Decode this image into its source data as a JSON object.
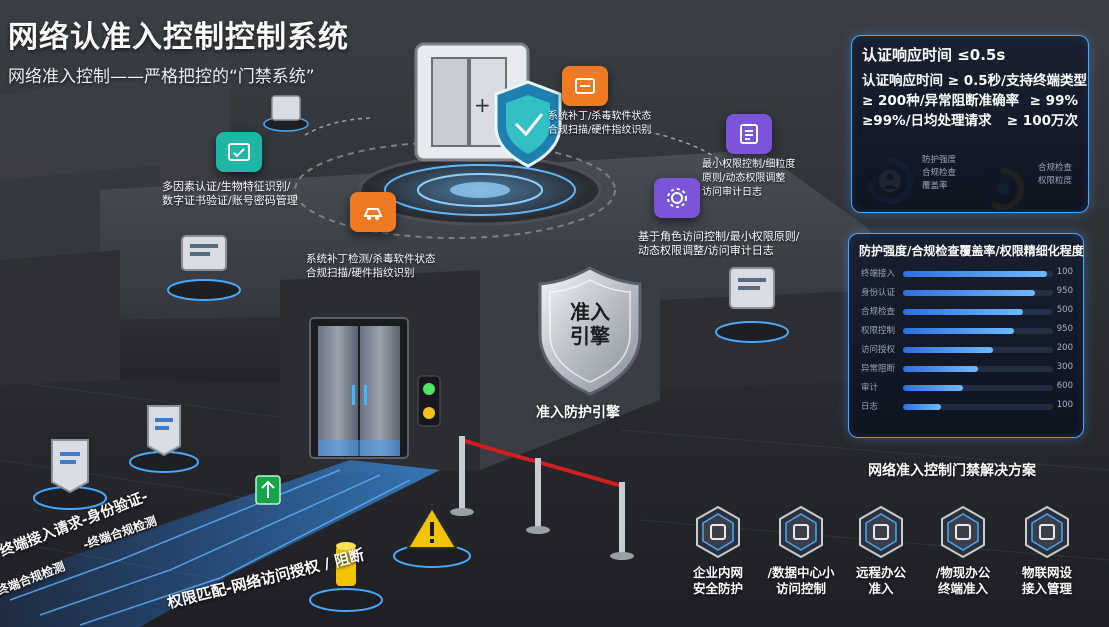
{
  "header": {
    "title": "网络认准入控制控制系统",
    "subtitle": "网络准入控制——严格把控的“门禁系统”"
  },
  "modules": [
    {
      "key": "teal",
      "label": "多因素认证/生物特征识别/\n数字证书验证/账号密码管理",
      "color": "#1fb5a6"
    },
    {
      "key": "orange-top",
      "label": "系统补丁/杀毒软件状态\n合规扫描/硬件指纹识别",
      "color": "#f07a22"
    },
    {
      "key": "purple-top",
      "label": "最小权限控制/细粒度\n原则/动态权限调整\n访问审计日志",
      "color": "#7a55d9"
    },
    {
      "key": "orange-bottom",
      "label": "系统补丁检测/杀毒软件状态\n合规扫描/硬件指纹识别",
      "color": "#f07a22"
    },
    {
      "key": "purple-bottom",
      "label": "基于角色访问控制/最小权限原则/\n动态权限调整/访问审计日志",
      "color": "#7a55d9"
    }
  ],
  "stats": {
    "headline": "认证响应时间 ≤0.5s",
    "rows": [
      {
        "left": "认证响应时间 ≥ 0.5秒/支持终端类型",
        "right": ""
      },
      {
        "left": "≥ 200种/异常阻断准确率",
        "right": "≥ 99%"
      },
      {
        "left": "≥99%/日均处理请求",
        "right": "≥ 100万次"
      }
    ],
    "ring_labels_a": [
      "防护强度",
      "合规检查",
      "覆盖率"
    ],
    "ring_labels_b": [
      "合规检查",
      "权限粒度"
    ],
    "ring_a": 0.72,
    "ring_b": 0.58
  },
  "bars": {
    "title": "防护强度/合规检查覆盖率/权限精细化程度",
    "items": [
      {
        "label": "终端接入",
        "value": "100",
        "level": 0.96
      },
      {
        "label": "身份认证",
        "value": "950",
        "level": 0.88
      },
      {
        "label": "合规检查",
        "value": "500",
        "level": 0.8
      },
      {
        "label": "权限控制",
        "value": "950",
        "level": 0.74
      },
      {
        "label": "访问授权",
        "value": "200",
        "level": 0.6
      },
      {
        "label": "异常阻断",
        "value": "300",
        "level": 0.5
      },
      {
        "label": "审计",
        "value": "600",
        "level": 0.4
      },
      {
        "label": "日志",
        "value": "100",
        "level": 0.25
      }
    ]
  },
  "engine": {
    "shield_line1": "准入",
    "shield_line2": "引擎",
    "label": "准入防护引擎"
  },
  "solutions": {
    "title": "网络准入控制门禁解决方案",
    "items": [
      {
        "line1": "企业内网",
        "line2": "安全防护",
        "icon": "cube-icon"
      },
      {
        "line1": "/数据中心小",
        "line2": "访问控制",
        "icon": "server-icon"
      },
      {
        "line1": "远程办公",
        "line2": "准入",
        "icon": "remote-icon"
      },
      {
        "line1": "/物现办公",
        "line2": "终端准入",
        "icon": "building-icon"
      },
      {
        "line1": "物联网设",
        "line2": "接入管理",
        "icon": "gear-icon"
      }
    ]
  },
  "floor": {
    "flow1": "终端接入请求-身份验证-",
    "flow2": "-终端合规检测",
    "flow3": "终端合规检测",
    "flow4": "权限匹配-网络访问授权 / 阻断"
  },
  "colors": {
    "accent": "#4aa8ff",
    "teal": "#1fb5a6",
    "orange": "#f07a22",
    "purple": "#7a55d9",
    "warning": "#f5c400"
  }
}
